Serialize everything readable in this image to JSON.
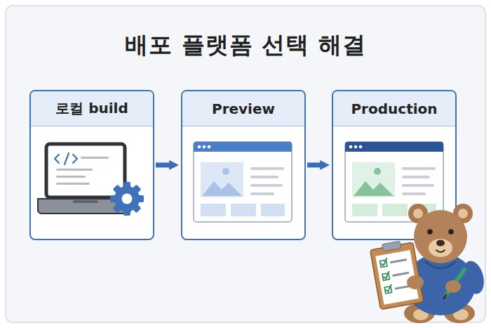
{
  "diagram": {
    "title": "배포 플랫폼 선택 해결",
    "nodes": [
      {
        "text": [
          "로컬 build"
        ]
      },
      {
        "text": [
          "Preview"
        ]
      },
      {
        "text": [
          "Production"
        ]
      }
    ],
    "edges": [
      {
        "from": 0,
        "to": 1,
        "arrow": "to"
      },
      {
        "from": 1,
        "to": 2,
        "arrow": "to"
      }
    ]
  }
}
